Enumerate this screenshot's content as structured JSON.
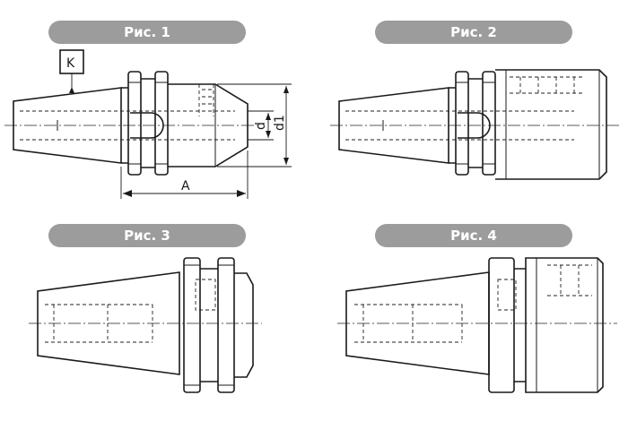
{
  "figures": {
    "fig1": {
      "caption": "Рис. 1",
      "mark": "K",
      "dim_length": "A",
      "dim_bore": "d",
      "dim_outer": "d1"
    },
    "fig2": {
      "caption": "Рис. 2"
    },
    "fig3": {
      "caption": "Рис. 3"
    },
    "fig4": {
      "caption": "Рис. 4"
    }
  }
}
